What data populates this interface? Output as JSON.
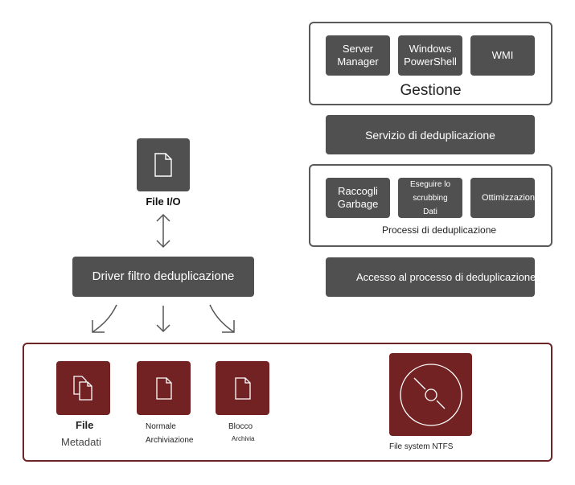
{
  "colors": {
    "dark_gray": "#505050",
    "maroon": "#722222",
    "maroon_border": "#6e2424",
    "outline_gray": "#5a5a5a",
    "text": "#222222"
  },
  "left": {
    "file_io_label": "File I/O",
    "file_io_icon": "document-icon",
    "driver_label": "Driver filtro deduplicazione"
  },
  "management": {
    "items": [
      "Server\nManager",
      "Windows\nPowerShell",
      "WMI"
    ],
    "title": "Gestione"
  },
  "service": {
    "label": "Servizio di deduplicazione"
  },
  "processes": {
    "items": [
      "Raccogli\nGarbage",
      "Eseguire lo scrubbing\nDati",
      "Ottimizzazione"
    ],
    "title": "Processi di deduplicazione"
  },
  "access": {
    "label": "Accesso al processo di deduplicazione"
  },
  "storage": {
    "items": [
      {
        "label_top": "File",
        "label_bottom": "Metadati",
        "icon": "files-stack-icon"
      },
      {
        "label_top": "Normale",
        "label_bottom": "Archiviazione",
        "icon": "document-icon"
      },
      {
        "label_top": "Blocco",
        "label_bottom": "Archivia",
        "icon": "document-icon"
      }
    ],
    "ntfs_label": "File system NTFS",
    "ntfs_icon": "disk-icon"
  }
}
